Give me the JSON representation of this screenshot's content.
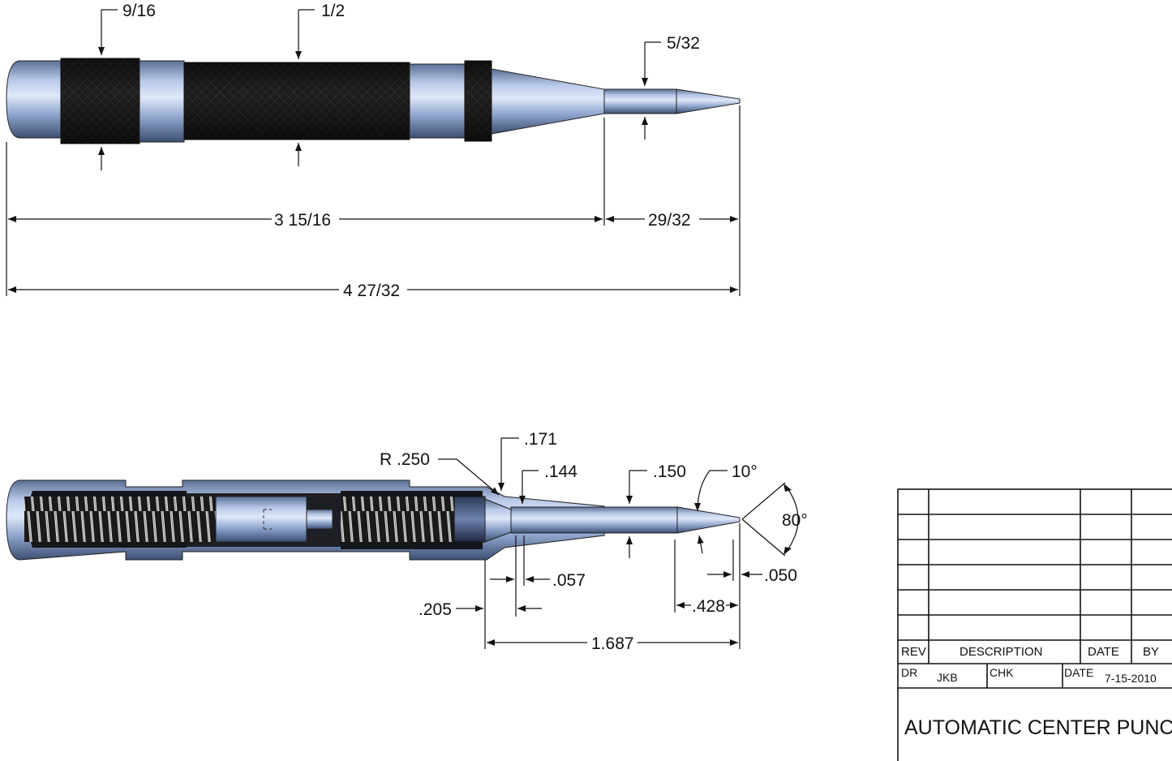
{
  "top_view": {
    "dims": {
      "knurl_left_dia": "9/16",
      "knurl_main_dia": "1/2",
      "tip_dia": "5/32",
      "body_length": "3 15/16",
      "tip_length": "29/32",
      "overall_length": "4 27/32"
    }
  },
  "section_view": {
    "dims": {
      "radius": "R .250",
      "d171": ".171",
      "d144": ".144",
      "d150": ".150",
      "angle10": "10°",
      "angle80": "80°",
      "d057": ".057",
      "d205": ".205",
      "d050": ".050",
      "d428": ".428",
      "d1687": "1.687"
    }
  },
  "title_block": {
    "header": {
      "rev": "REV",
      "description": "DESCRIPTION",
      "date": "DATE",
      "by": "BY"
    },
    "info": {
      "dr_label": "DR",
      "dr_value": "JKB",
      "chk_label": "CHK",
      "date_label": "DATE",
      "date_value": "7-15-2010"
    },
    "title": "AUTOMATIC CENTER PUNCH"
  },
  "colors": {
    "steel_light": "#c6d4ee",
    "steel_mid": "#8da5cf",
    "steel_dark": "#3c4e72",
    "knurl_dark": "#1c1c1c",
    "line": "#111111"
  }
}
